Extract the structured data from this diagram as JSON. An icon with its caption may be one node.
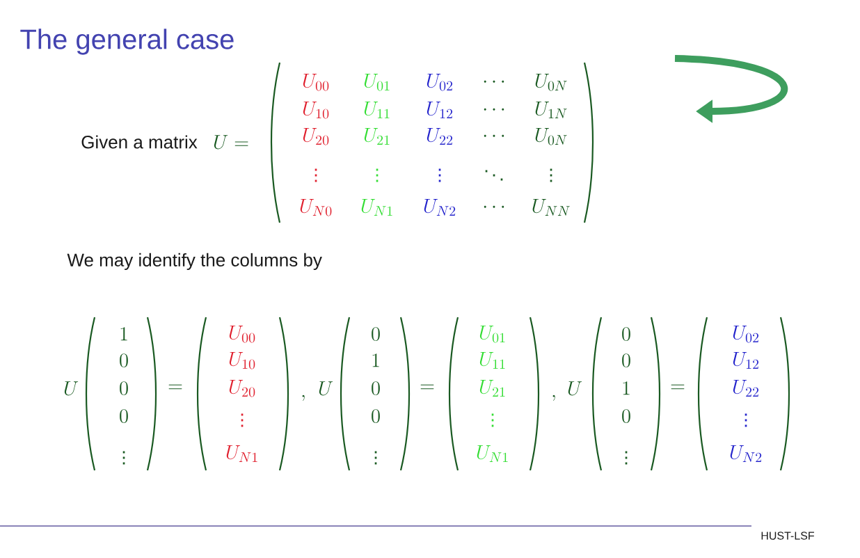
{
  "diagram": {
    "title": "The general case",
    "labels": [
      "Given a matrix",
      "U =",
      "U_{00}",
      "U_{01}",
      "U_{02}",
      "\\cdots",
      "U_{0N}",
      "U_{10}",
      "U_{11}",
      "U_{12}",
      "\\cdots",
      "U_{1N}",
      "U_{20}",
      "U_{21}",
      "U_{22}",
      "\\cdots",
      "U_{0N}",
      "\\vdots",
      "\\vdots",
      "\\vdots",
      "\\ddots",
      "\\vdots",
      "U_{N0}",
      "U_{N1}",
      "U_{N2}",
      "\\cdots",
      "U_{NN}",
      "We may identify the columns by",
      "U",
      "1",
      "0",
      "0",
      "0",
      "\\vdots",
      "=",
      "U_{00}",
      "U_{10}",
      "U_{20}",
      "\\vdots",
      "U_{N1}",
      ",",
      "U",
      "0",
      "1",
      "0",
      "0",
      "\\vdots",
      "=",
      "U_{01}",
      "U_{11}",
      "U_{21}",
      "\\vdots",
      "U_{N1}",
      ",",
      "U",
      "0",
      "0",
      "1",
      "0",
      "\\vdots",
      "=",
      "U_{02}",
      "U_{12}",
      "U_{22}",
      "\\vdots",
      "U_{N2}",
      "HUST-LSF"
    ]
  }
}
